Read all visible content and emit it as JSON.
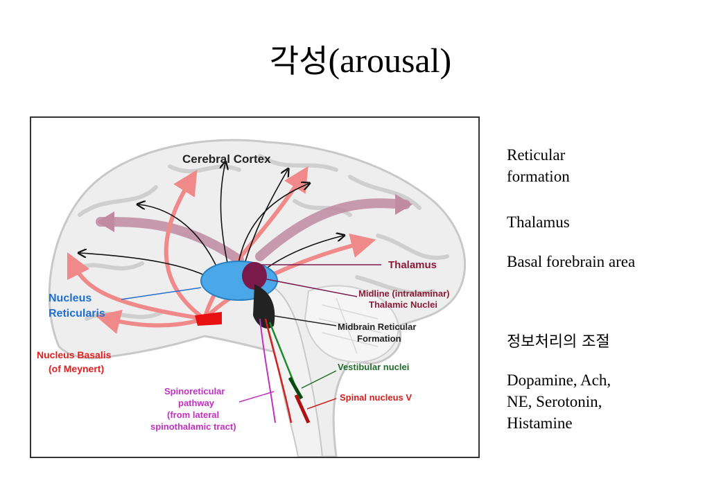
{
  "title": {
    "korean": "각성",
    "english": "(arousal)"
  },
  "diagram": {
    "labels": {
      "cerebral_cortex": "Cerebral Cortex",
      "thalamus": "Thalamus",
      "nucleus_reticularis_1": "Nucleus",
      "nucleus_reticularis_2": "Reticularis",
      "midline_1": "Midline (intralaminar)",
      "midline_2": "Thalamic Nuclei",
      "midbrain_1": "Midbrain Reticular",
      "midbrain_2": "Formation",
      "nucleus_basalis_1": "Nucleus Basalis",
      "nucleus_basalis_2": "(of Meynert)",
      "vestibular": "Vestibular nuclei",
      "spinal": "Spinal nucleus V",
      "spinoreticular_1": "Spinoreticular",
      "spinoreticular_2": "pathway",
      "spinoreticular_3": "(from lateral",
      "spinoreticular_4": "spinothalamic tract)"
    },
    "colors": {
      "cortex_label": "#222222",
      "thalamus_label": "#8b1a3a",
      "reticularis_label": "#1f6fd0",
      "basalis_label": "#e02020",
      "vestibular_label": "#1e6b2a",
      "spinal_label": "#d02020",
      "spinoreticular_label": "#c030c0"
    }
  },
  "side_text": {
    "line1a": "Reticular",
    "line1b": "formation",
    "line2": "Thalamus",
    "line3": "Basal  forebrain area",
    "korean_heading": "정보처리의 조절",
    "line4": "Dopamine, Ach,",
    "line5": "NE, Serotonin,",
    "line6": "Histamine"
  }
}
